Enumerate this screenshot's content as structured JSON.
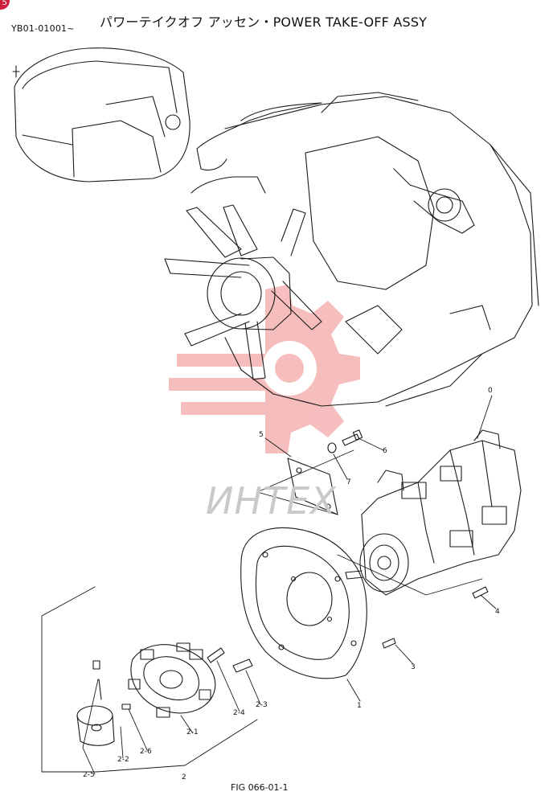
{
  "header": {
    "code": "YB01-01001~",
    "title": "パワーテイクオフ アッセン・POWER TAKE-OFF ASSY",
    "badge": "5"
  },
  "watermark": "ИНТЕХ",
  "figure_caption": "FIG 066-01-1",
  "callouts": {
    "c0": "0",
    "c1": "1",
    "c2": "2",
    "c2_1": "2-1",
    "c2_2": "2-2",
    "c2_3": "2-3",
    "c2_4": "2-4",
    "c2_5": "2-5",
    "c2_6": "2-6",
    "c3": "3",
    "c4": "4",
    "c5": "5",
    "c6": "6",
    "c7": "7"
  },
  "colors": {
    "line": "#1a1a1a",
    "watermark": "#f3a8a8",
    "badge": "#d21f3c"
  }
}
